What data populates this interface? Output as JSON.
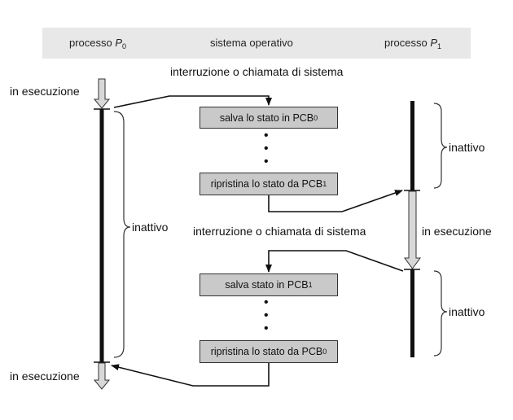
{
  "header": {
    "col_p0_prefix": "processo ",
    "col_p0_var": "P",
    "col_p0_sub": "0",
    "col_os": "sistema operativo",
    "col_p1_prefix": "processo ",
    "col_p1_var": "P",
    "col_p1_sub": "1"
  },
  "labels": {
    "interrupt_top": "interruzione o chiamata di sistema",
    "interrupt_mid": "interruzione o chiamata di sistema",
    "p0_running_top": "in esecuzione",
    "p0_running_bottom": "in esecuzione",
    "p0_idle": "inattivo",
    "p1_idle_top": "inattivo",
    "p1_running": "in esecuzione",
    "p1_idle_bottom": "inattivo",
    "dots": "•"
  },
  "boxes": {
    "save_pcb0_text": "salva lo stato in PCB",
    "save_pcb0_sub": "0",
    "restore_pcb1_text": "ripristina lo stato da PCB",
    "restore_pcb1_sub": "1",
    "save_pcb1_text": "salva stato in PCB",
    "save_pcb1_sub": "1",
    "restore_pcb0_text": "ripristina lo stato da PCB",
    "restore_pcb0_sub": "0"
  },
  "colors": {
    "header_band": "#e8e8e8",
    "box_fill": "#c9c9c9",
    "line": "#111111",
    "running_arrow": "#d8d8d8"
  }
}
